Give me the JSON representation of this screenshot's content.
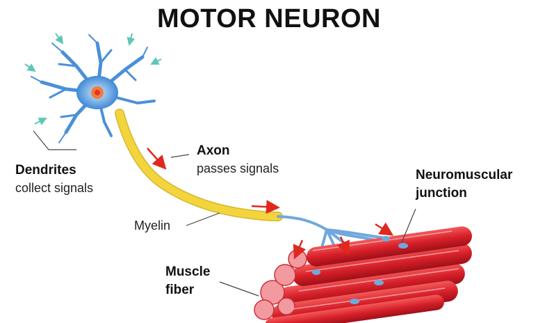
{
  "title": "MOTOR NEURON",
  "labels": {
    "dendrites_title": "Dendrites",
    "dendrites_sub": "collect signals",
    "axon_title": "Axon",
    "axon_sub": "passes signals",
    "myelin": "Myelin",
    "nmj_line1": "Neuromuscular",
    "nmj_line2": "junction",
    "muscle_line1": "Muscle",
    "muscle_line2": "fiber"
  },
  "colors": {
    "neuron": "#4a90d9",
    "myelin": "#f2d43c",
    "muscle": "#d8202a",
    "arrow": "#e0281e"
  }
}
